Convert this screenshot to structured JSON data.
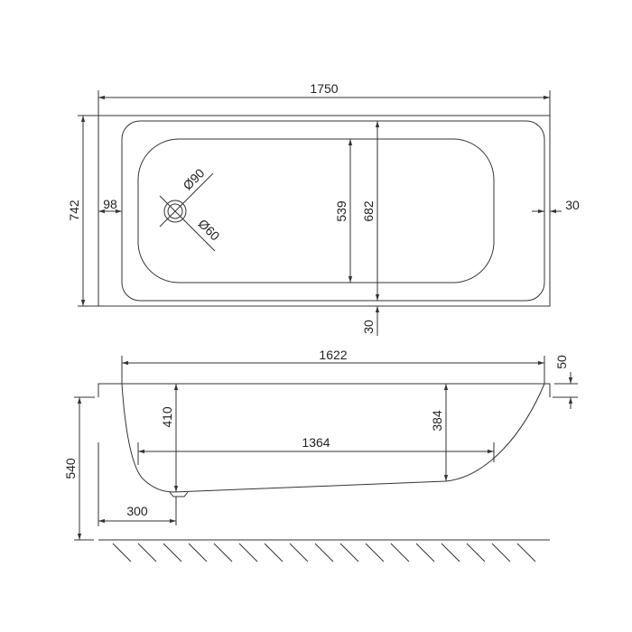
{
  "top_view": {
    "overall_length": "1750",
    "overall_width": "742",
    "rim_left": "98",
    "rim_right": "30",
    "rim_bottom": "30",
    "basin_width": "539",
    "inner_width": "682",
    "drain_outer": "Ø90",
    "drain_inner": "Ø60"
  },
  "side_view": {
    "top_length": "1622",
    "rim_height": "50",
    "depth_at_drain": "410",
    "depth_at_foot": "384",
    "bottom_length": "1364",
    "overall_height": "540",
    "drain_offset": "300"
  },
  "colors": {
    "line": "#333333",
    "background": "#ffffff"
  }
}
